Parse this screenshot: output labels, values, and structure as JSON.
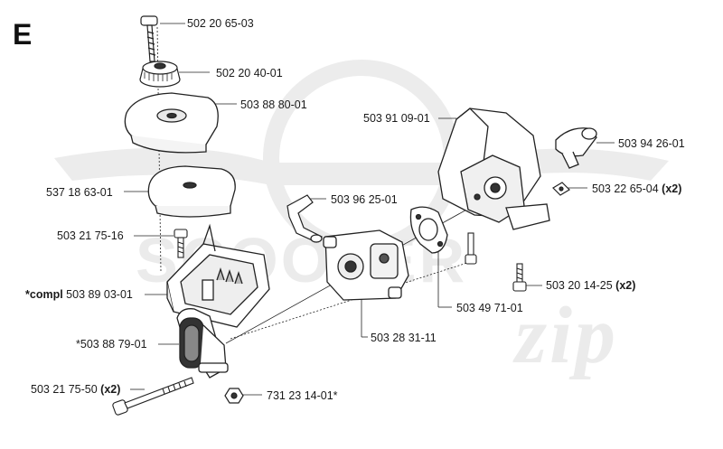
{
  "diagram": {
    "section_letter": "E",
    "watermark": {
      "word1": "SCOOTER",
      "word2": "zip"
    },
    "labels": {
      "screw_top": {
        "part": "502 20 65-03"
      },
      "knob": {
        "part": "502 20 40-01"
      },
      "filter_cover": {
        "part": "503 88 80-01"
      },
      "air_filter": {
        "part": "537 18 63-01"
      },
      "screw_left": {
        "part": "503 21 75-16"
      },
      "filter_housing": {
        "prefix": "*compl",
        "part": "503 89 03-01"
      },
      "handle_part": {
        "part": "*503 88 79-01"
      },
      "long_bolt": {
        "part": "503 21 75-50",
        "qty": "(x2)"
      },
      "nut": {
        "part": "731 23 14-01*"
      },
      "choke_lever": {
        "part": "503 96 25-01"
      },
      "carburetor": {
        "part": "503 28 31-11"
      },
      "gasket": {
        "part": "503 49 71-01"
      },
      "intake_manifold": {
        "part": "503 91 09-01"
      },
      "sleeve": {
        "part": "503 94 26-01"
      },
      "clip": {
        "part": "503 22 65-04",
        "qty": "(x2)"
      },
      "screw_right": {
        "part": "503 20 14-25",
        "qty": "(x2)"
      }
    }
  }
}
